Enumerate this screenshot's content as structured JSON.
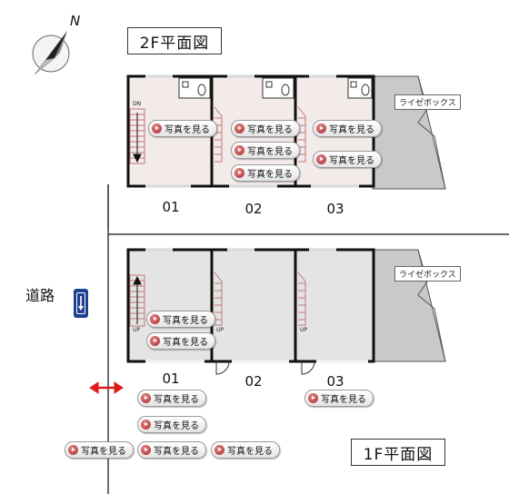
{
  "titles": {
    "floor2": "2F平面図",
    "floor1": "1F平面図"
  },
  "compass": {
    "north": "N"
  },
  "road": {
    "label": "道路"
  },
  "lifeline_box": "ライゼボックス",
  "stairs": {
    "down": "DN",
    "up": "UP"
  },
  "floor2_units": [
    "01",
    "02",
    "03"
  ],
  "floor1_units": [
    "01",
    "02",
    "03"
  ],
  "photo_label": "写真を見る",
  "photo_buttons": {
    "f2_01": "写真を見る",
    "f2_02a": "写真を見る",
    "f2_02b": "写真を見る",
    "f2_02c": "写真を見る",
    "f2_03a": "写真を見る",
    "f2_03b": "写真を見る",
    "f1_01a": "写真を見る",
    "f1_01b": "写真を見る",
    "f1_03": "写真を見る",
    "ext_a": "写真を見る",
    "ext_b": "写真を見る",
    "ext_c": "写真を見る",
    "ext_d": "写真を見る",
    "ext_e": "写真を見る"
  },
  "colors": {
    "floor2": "#f3eaea",
    "floor1": "#e4e4e4",
    "wall": "#111111",
    "window": "#c9c9c9",
    "stairs": "#c07878",
    "sign": "#1d3f8f",
    "arrow": "#e01a1a",
    "hatch": "#c4c4c4"
  }
}
